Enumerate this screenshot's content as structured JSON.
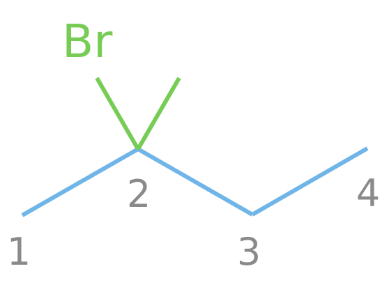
{
  "molecule": {
    "substituent": {
      "symbol": "Br",
      "color": "#77cc55"
    },
    "chain_color": "#6fb5e8",
    "number_color": "#8a8a8a",
    "carbon_numbers": [
      "1",
      "2",
      "3",
      "4"
    ]
  }
}
